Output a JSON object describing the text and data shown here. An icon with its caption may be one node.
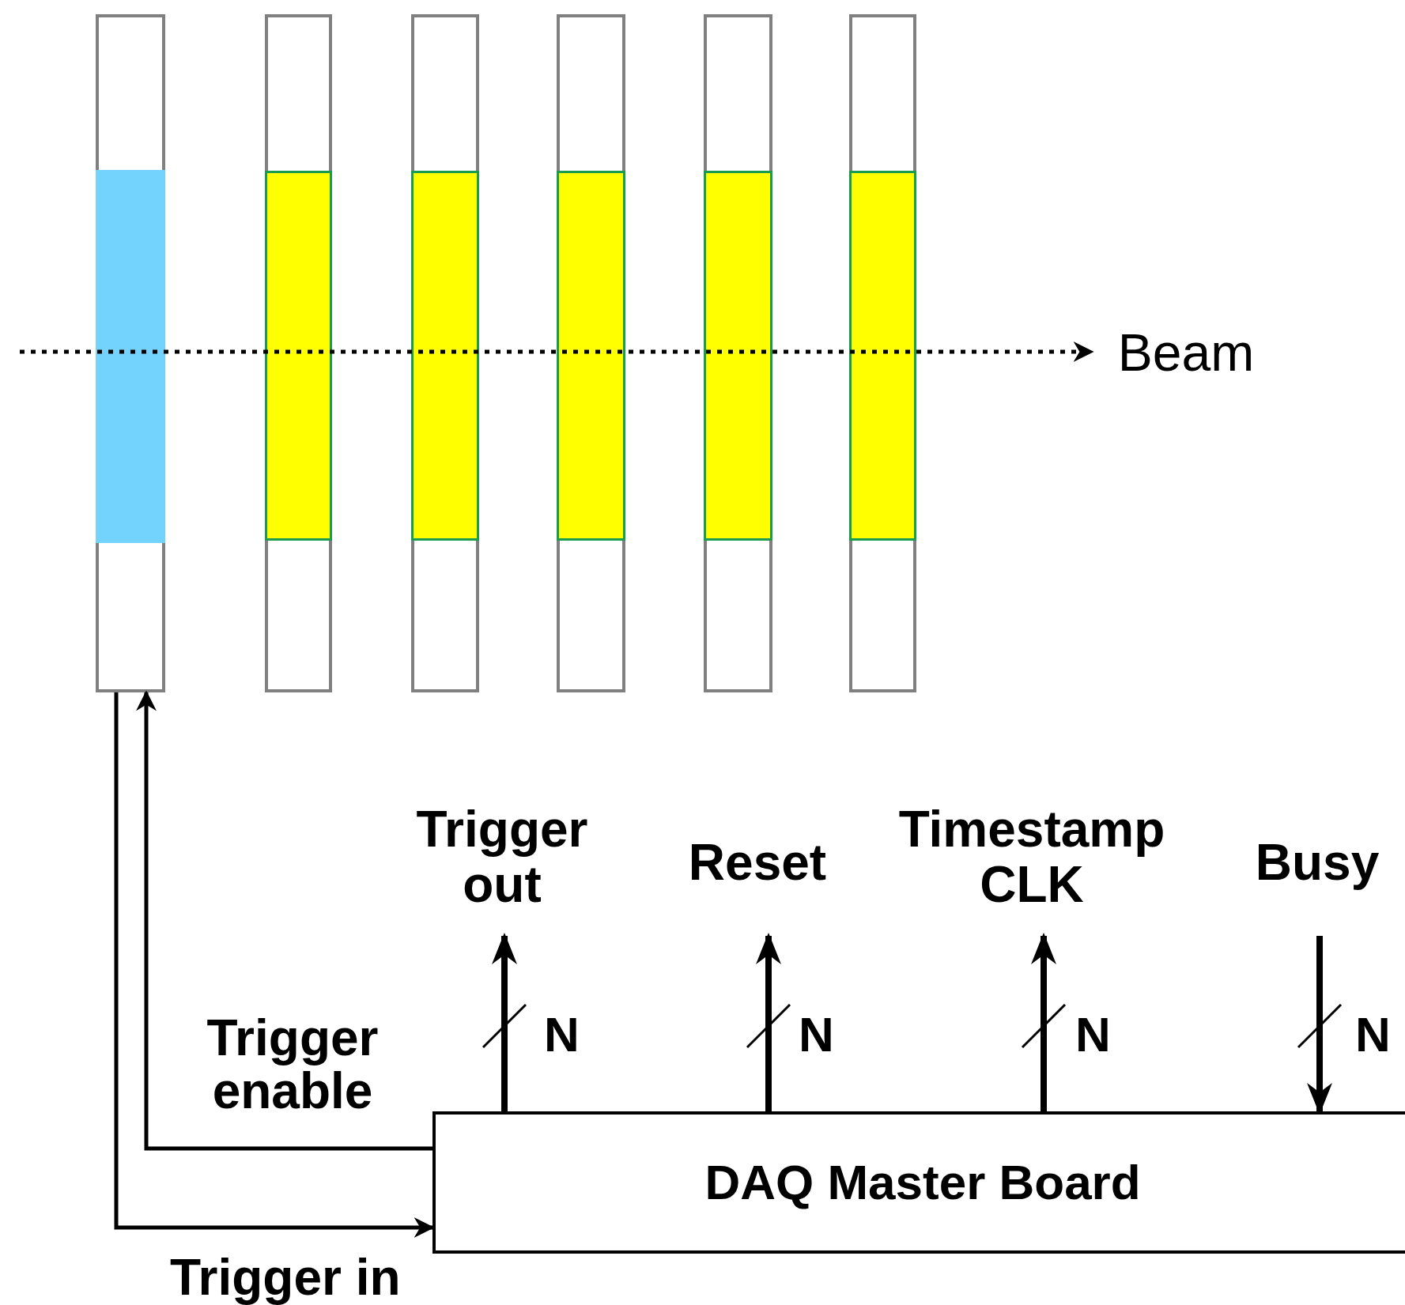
{
  "diagram": {
    "nodes": [
      {
        "text": [],
        "shape": "bar"
      },
      {
        "text": [],
        "shape": "bar"
      },
      {
        "text": [],
        "shape": "bar"
      },
      {
        "text": [],
        "shape": "bar"
      },
      {
        "text": [],
        "shape": "bar"
      },
      {
        "text": [],
        "shape": "bar"
      },
      {
        "text": [
          "Beam"
        ]
      },
      {
        "text": [
          "DAQ Master Board"
        ]
      },
      {
        "text": [
          "Trigger out"
        ]
      },
      {
        "text": [
          "Reset"
        ]
      },
      {
        "text": [
          "Timestamp CLK"
        ]
      },
      {
        "text": [
          "Busy"
        ]
      }
    ],
    "edges": [
      {
        "from": 0,
        "to": 7,
        "arrow": "to",
        "label": "Trigger in"
      },
      {
        "from": 7,
        "to": 0,
        "arrow": "to",
        "label": "Trigger enable"
      },
      {
        "from": null,
        "to": 6,
        "arrow": "to",
        "style": "dashed"
      },
      {
        "from": 7,
        "to": 8,
        "arrow": "to"
      },
      {
        "from": 7,
        "to": 9,
        "arrow": "to"
      },
      {
        "from": 7,
        "to": 10,
        "arrow": "to"
      },
      {
        "from": 11,
        "to": 7,
        "arrow": "to"
      }
    ],
    "labels": [
      "N",
      "N",
      "N",
      "N"
    ]
  }
}
